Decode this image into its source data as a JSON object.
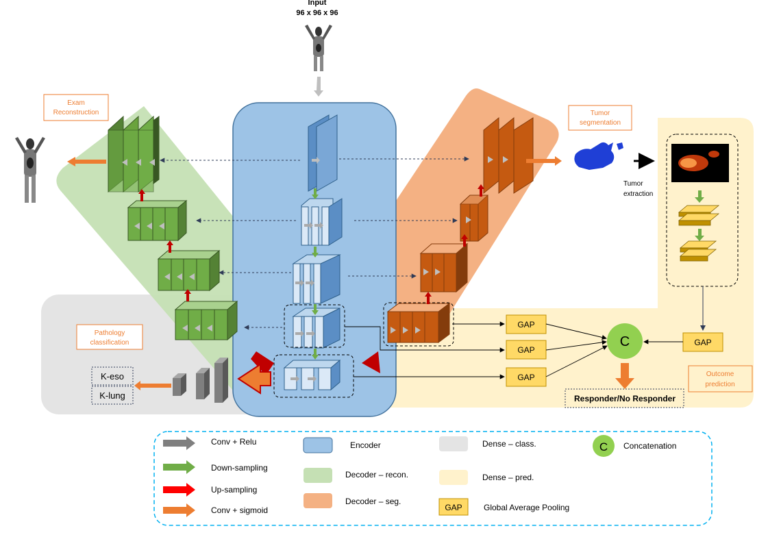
{
  "input": {
    "title": "Input",
    "dims": "96 x 96 x 96"
  },
  "labels": {
    "exam_reconstruction": [
      "Exam",
      "Reconstruction"
    ],
    "tumor_segmentation": [
      "Tumor",
      "segmentation"
    ],
    "tumor_extraction": [
      "Tumor",
      "extraction"
    ],
    "pathology_classification": [
      "Pathology",
      "classification"
    ],
    "outcome_prediction": [
      "Outcome",
      "prediction"
    ],
    "k_eso": "K-eso",
    "k_lung": "K-lung",
    "gap": "GAP",
    "concat_symbol": "C",
    "responder": "Responder/No Responder"
  },
  "legend": {
    "conv_relu": "Conv + Relu",
    "down_sampling": "Down-sampling",
    "up_sampling": "Up-sampling",
    "conv_sigmoid": "Conv + sigmoid",
    "encoder": "Encoder",
    "decoder_recon": "Decoder – recon.",
    "decoder_seg": "Decoder – seg.",
    "dense_class": "Dense – class.",
    "dense_pred": "Dense – pred.",
    "gap_box": "GAP",
    "gap_desc": "Global Average Pooling",
    "concat_symbol": "C",
    "concatenation": "Concatenation"
  },
  "colors": {
    "encoder": "#9dc3e6",
    "decoder_recon": "#c5e0b4",
    "decoder_seg": "#f4b183",
    "dense_class": "#e4e4e4",
    "dense_pred": "#fff2cc",
    "gap": "#ffd966",
    "concat": "#92d050",
    "label_orange": "#ed7d31"
  }
}
